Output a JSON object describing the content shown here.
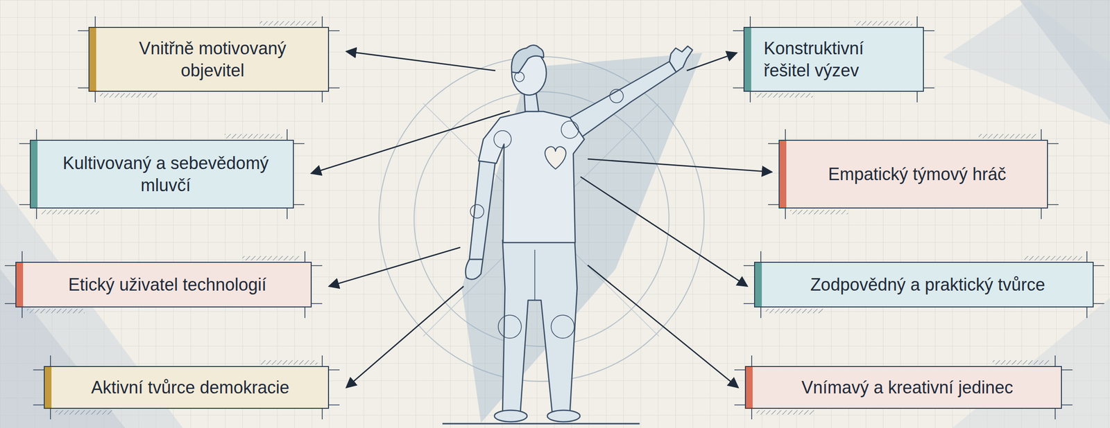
{
  "diagram": {
    "nodes": [
      {
        "text": [
          "Vnitřně motivovaný objevitel"
        ]
      },
      {
        "text": [
          "Konstruktivní řešitel výzev"
        ]
      },
      {
        "text": [
          "Kultivovaný a sebevědomý mluvčí"
        ]
      },
      {
        "text": [
          "Empatický týmový hráč"
        ]
      },
      {
        "text": [
          "Etický uživatel technologií"
        ]
      },
      {
        "text": [
          "Zodpovědný a praktický tvůrce"
        ]
      },
      {
        "text": [
          "Aktivní tvůrce demokracie"
        ]
      },
      {
        "text": [
          "Vnímavý a kreativní jedinec"
        ]
      }
    ]
  }
}
